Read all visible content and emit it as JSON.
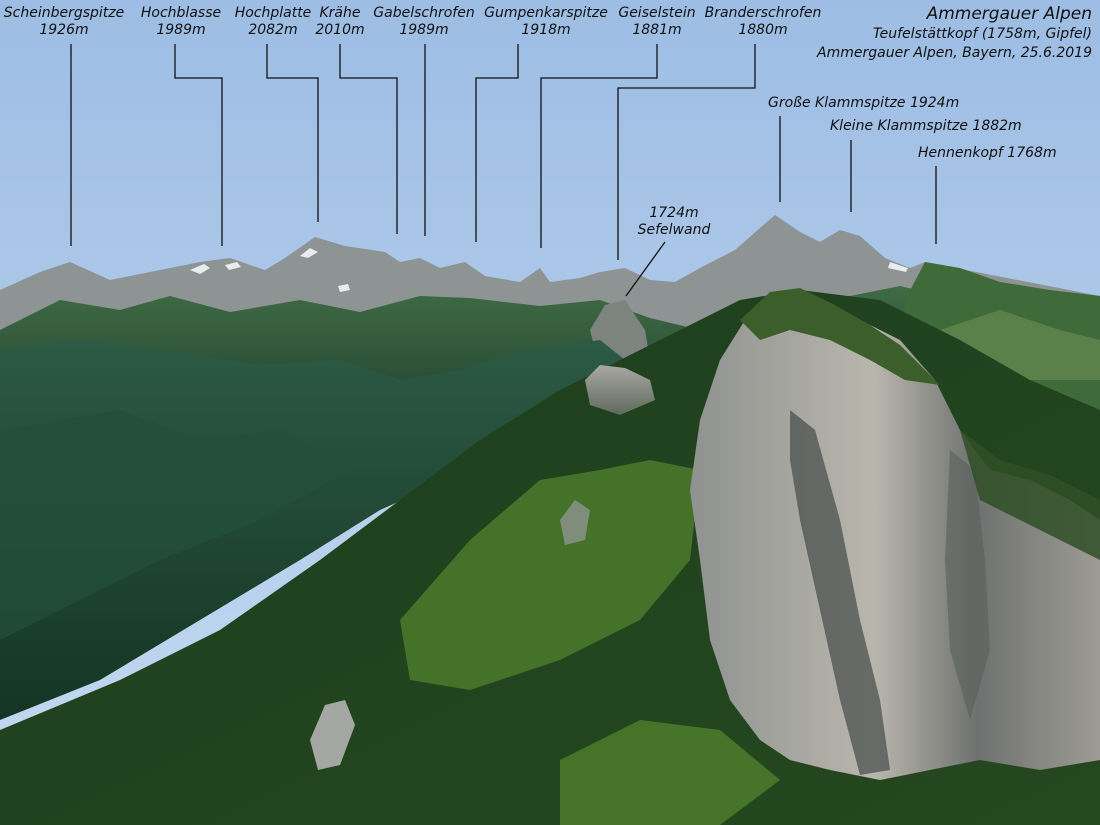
{
  "caption": {
    "region": "Ammergauer Alpen",
    "viewpoint": "Teufelstättkopf (1758m, Gipfel)",
    "place_date": "Ammergauer Alpen, Bayern, 25.6.2019"
  },
  "peaks": [
    {
      "name": "Scheinbergspitze",
      "height": "1926m"
    },
    {
      "name": "Hochblasse",
      "height": "1989m"
    },
    {
      "name": "Hochplatte",
      "height": "2082m"
    },
    {
      "name": "Krähe",
      "height": "2010m"
    },
    {
      "name": "Gabelschrofen",
      "height": "1989m"
    },
    {
      "name": "Gumpenkarspitze",
      "height": "1918m"
    },
    {
      "name": "Geiselstein",
      "height": "1881m"
    },
    {
      "name": "Branderschrofen",
      "height": "1880m"
    }
  ],
  "side_peaks": [
    {
      "text": "Große Klammspitze 1924m"
    },
    {
      "text": "Kleine Klammspitze 1882m"
    },
    {
      "text": "Hennenkopf 1768m"
    }
  ],
  "sefelwand": {
    "height": "1724m",
    "name": "Sefelwand"
  }
}
